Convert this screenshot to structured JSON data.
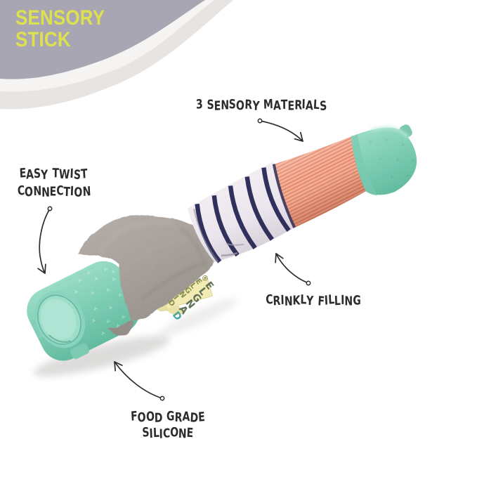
{
  "title": {
    "line1": "SENSORY",
    "line2": "STICK"
  },
  "callouts": {
    "materials": {
      "text": "3 SENSORY MATERIALS"
    },
    "twist": {
      "line1": "EASY TWIST",
      "line2": "CONNECTION"
    },
    "crinkly": {
      "text": "CRINKLY FILLING"
    },
    "silicone": {
      "line1": "FOOD GRADE",
      "line2": "SILICONE"
    }
  },
  "product": {
    "tag": {
      "line1": "DINGLE®",
      "line2": "DANGLE"
    }
  },
  "colors": {
    "title_text": "#dde14f",
    "swoosh_dark": "#a8a6b3",
    "swoosh_light": "#e7e4e1",
    "ink": "#2d2d2d",
    "mint_silicone": "#7fceb5",
    "plush_gray": "#a49d97",
    "stripe_navy": "#30305c",
    "stripe_background": "#ebe6ed",
    "coral_corduroy": "#ee9c81",
    "tag_yellow": "#f2ecb4"
  }
}
